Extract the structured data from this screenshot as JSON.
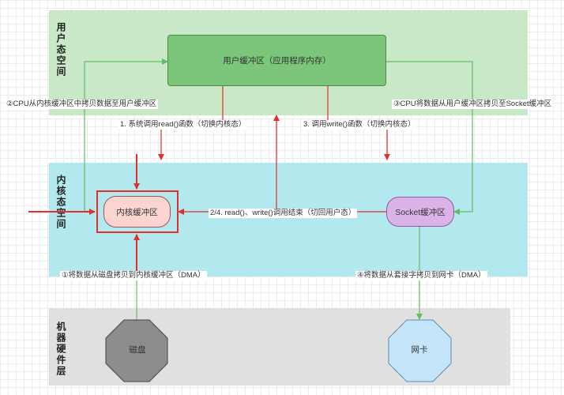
{
  "layers": {
    "user": "用户态空间",
    "kernel": "内核态空间",
    "hardware": "机器硬件层"
  },
  "nodes": {
    "user_buffer": "用户缓冲区（应用程序内存）",
    "kernel_buffer": "内核缓冲区",
    "socket_buffer": "Socket缓冲区",
    "disk": "磁盘",
    "nic": "网卡"
  },
  "edges": {
    "cpu_copy_to_user": "②CPU从内核缓冲区中拷贝数据至用户缓冲区",
    "syscall_read": "1. 系统调用read()函数（切换内核态）",
    "syscall_write": "3. 调用write()函数（切换内核态）",
    "cpu_copy_to_socket": "③CPU将数据从用户缓冲区拷贝至Socket缓冲区",
    "return_user": "2/4. read()、write()调用结束（切回用户态）",
    "dma_disk": "①将数据从磁盘拷贝到内核缓冲区（DMA）",
    "dma_nic": "④将数据从套接字拷贝到网卡（DMA）"
  },
  "colors": {
    "user_band": "#c9e8c7",
    "kernel_band": "#b3e8ef",
    "hardware_band": "#e0e0e0",
    "user_buffer": "#7bc67a",
    "kernel_buffer": "#fcd5d2",
    "socket_buffer": "#dcb3e8",
    "disk": "#8c8c8c",
    "nic": "#c4e4f7",
    "red_arrow": "#e0302b",
    "green_arrow": "#66bb66"
  }
}
